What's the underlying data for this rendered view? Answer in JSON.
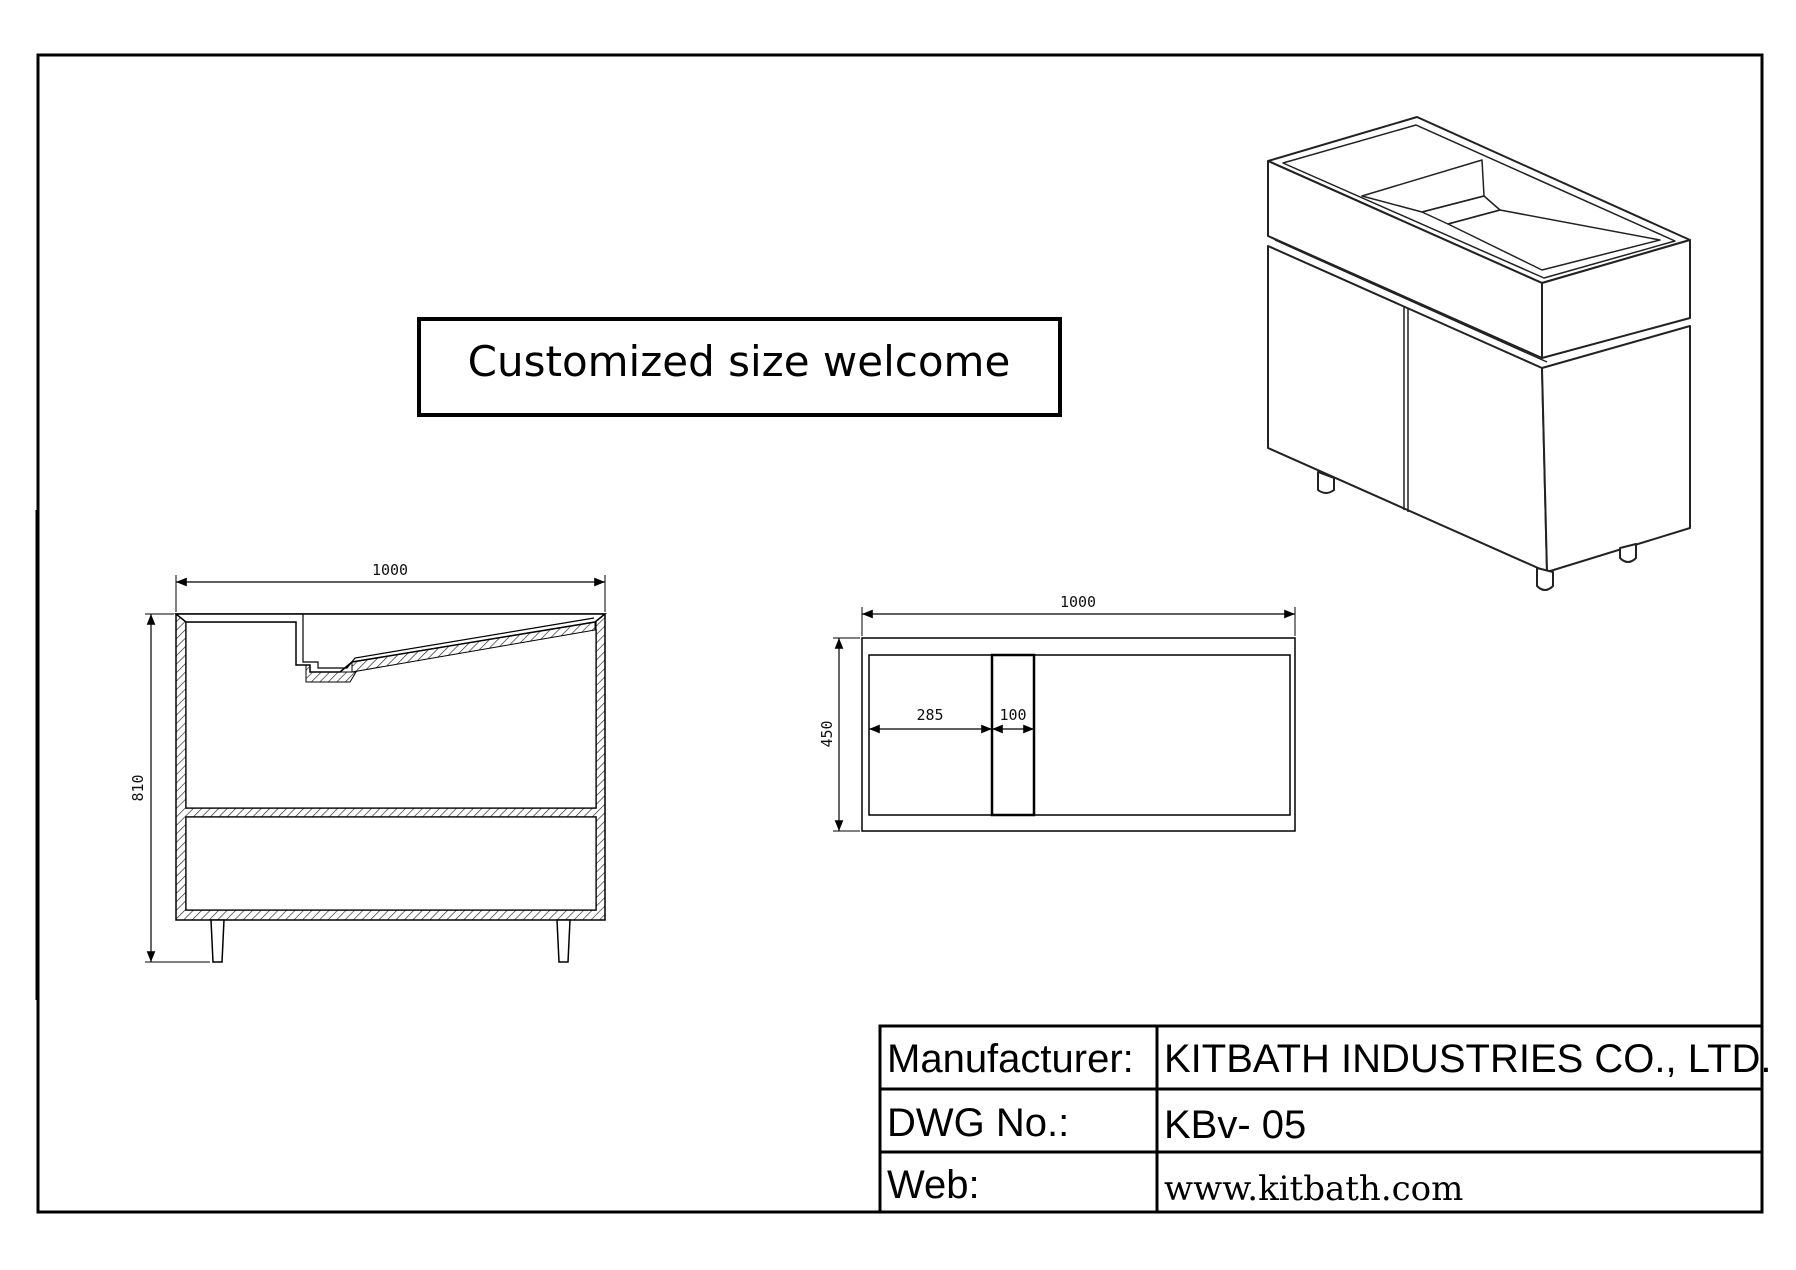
{
  "banner": {
    "text": "Customized size welcome"
  },
  "side_view": {
    "width_dim": "1000",
    "height_dim": "810"
  },
  "top_view": {
    "width_dim": "1000",
    "depth_dim": "450",
    "offset_dim": "285",
    "slot_dim": "100"
  },
  "title_block": {
    "manufacturer_label": "Manufacturer:",
    "manufacturer_value": "KITBATH INDUSTRIES CO., LTD.",
    "dwg_label": "DWG No.:",
    "dwg_value": "KBv- 05",
    "web_label": "Web:",
    "web_value": "www.kitbath.com"
  }
}
